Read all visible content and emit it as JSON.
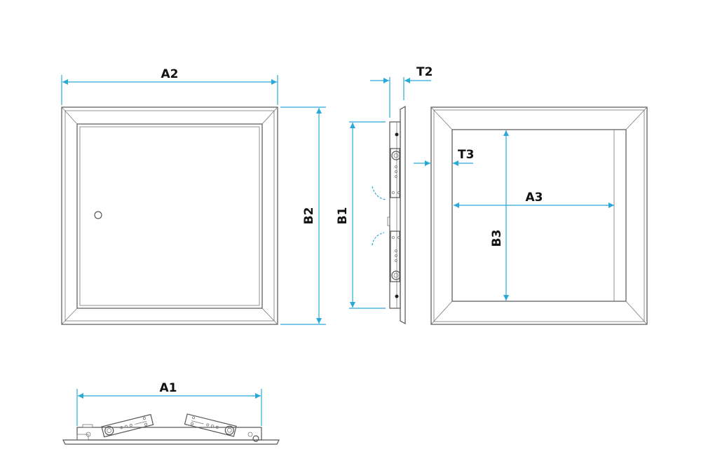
{
  "dimension_color": "#29a9d8",
  "labels": {
    "a1": "A1",
    "a2": "A2",
    "a3": "A3",
    "b1": "B1",
    "b2": "B2",
    "b3": "B3",
    "t2": "T2",
    "t3": "T3"
  }
}
